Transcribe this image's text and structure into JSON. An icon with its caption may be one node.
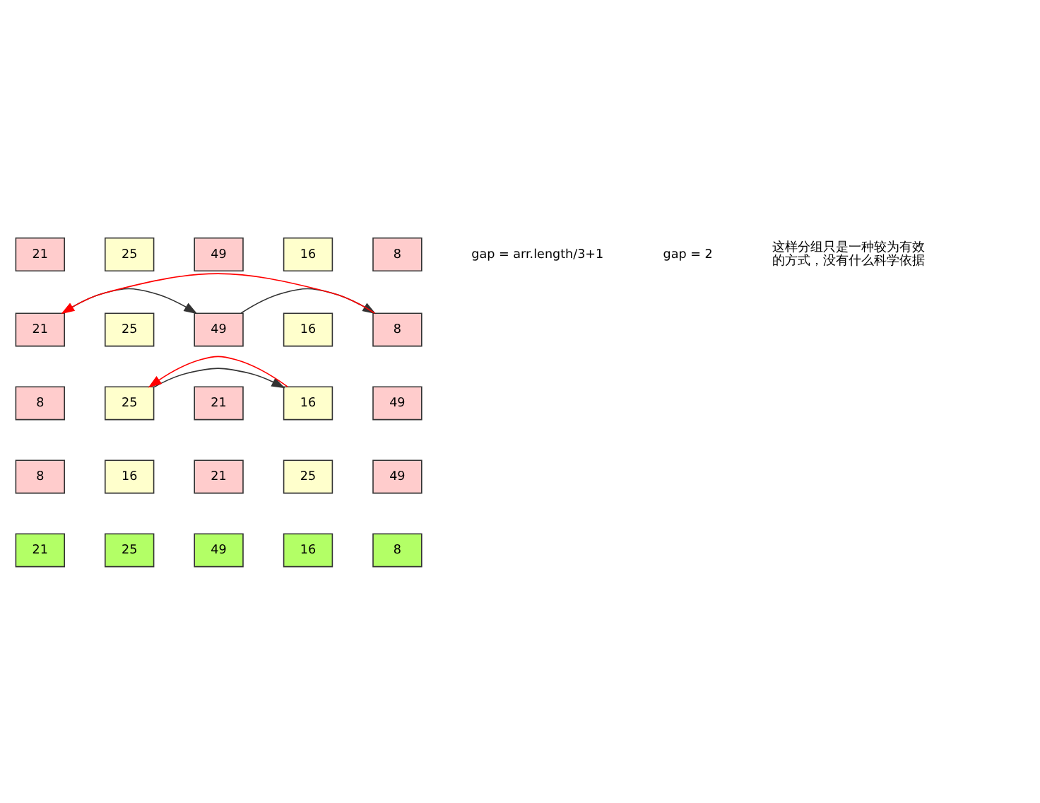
{
  "diagram": {
    "nodes": [
      {
        "text": [
          "21"
        ]
      },
      {
        "text": [
          "25"
        ]
      },
      {
        "text": [
          "49"
        ]
      },
      {
        "text": [
          "16"
        ]
      },
      {
        "text": [
          "8"
        ]
      },
      {
        "text": [
          "21"
        ]
      },
      {
        "text": [
          "25"
        ]
      },
      {
        "text": [
          "49"
        ]
      },
      {
        "text": [
          "16"
        ]
      },
      {
        "text": [
          "8"
        ]
      },
      {
        "text": [
          "8"
        ]
      },
      {
        "text": [
          "25"
        ]
      },
      {
        "text": [
          "21"
        ]
      },
      {
        "text": [
          "16"
        ]
      },
      {
        "text": [
          "49"
        ]
      },
      {
        "text": [
          "8"
        ]
      },
      {
        "text": [
          "16"
        ]
      },
      {
        "text": [
          "21"
        ]
      },
      {
        "text": [
          "25"
        ]
      },
      {
        "text": [
          "49"
        ]
      },
      {
        "text": [
          "21"
        ]
      },
      {
        "text": [
          "25"
        ]
      },
      {
        "text": [
          "49"
        ]
      },
      {
        "text": [
          "16"
        ]
      },
      {
        "text": [
          "8"
        ]
      }
    ],
    "edges": [
      {
        "from": 5,
        "to": 7,
        "arrow": "to"
      },
      {
        "from": 7,
        "to": 9,
        "arrow": "to"
      },
      {
        "from": 9,
        "to": 5,
        "arrow": "to",
        "color": "#ff0000"
      },
      {
        "from": 11,
        "to": 13,
        "arrow": "to"
      },
      {
        "from": 13,
        "to": 11,
        "arrow": "to",
        "color": "#ff0000"
      }
    ],
    "labels": [
      "gap = arr.length/3+1",
      "gap = 2",
      "这样分组只是一种较为有效的方式，没有什么科学依据"
    ]
  }
}
